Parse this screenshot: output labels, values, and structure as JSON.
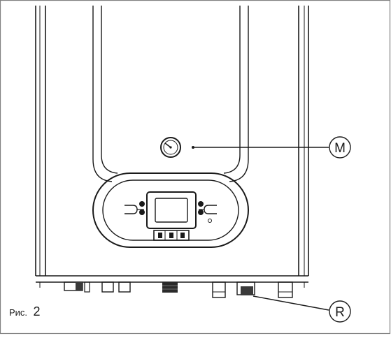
{
  "figure": {
    "caption_prefix": "Рис.",
    "caption_number": "2"
  },
  "callouts": {
    "manometer": "M",
    "valve": "R"
  },
  "colors": {
    "frame": "#7f7f7f",
    "line": "#1a1a1a",
    "dark_part": "#3a3a3a",
    "background": "#ffffff"
  },
  "icons": {
    "manometer": "pressure-gauge-icon",
    "display": "lcd-display-icon"
  }
}
